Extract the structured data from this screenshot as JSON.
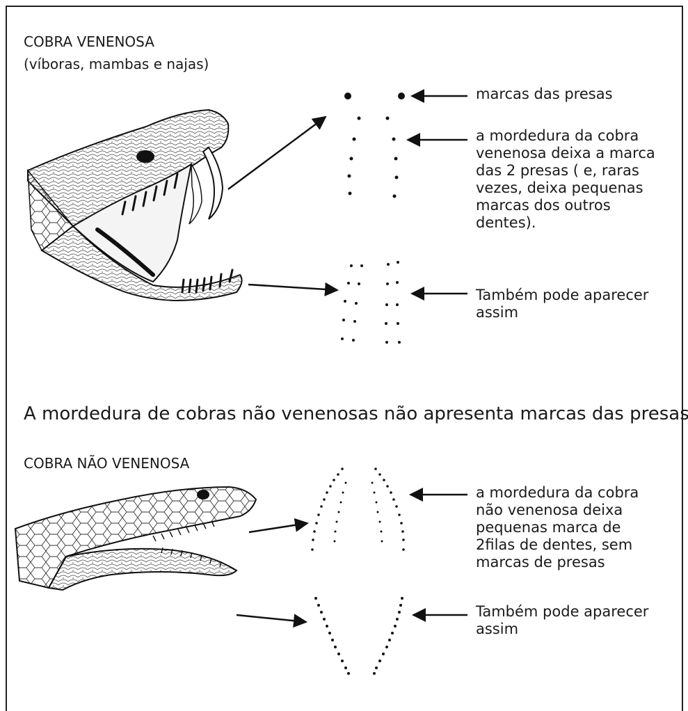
{
  "venomous": {
    "title": "COBRA VENENOSA",
    "subtitle": "(víboras, mambas e najas)",
    "label_fang_marks": "marcas das presas",
    "label_bite_lines": [
      "a mordedura da cobra",
      "venenosa deixa a marca",
      "das 2 presas ( e, raras",
      "vezes, deixa pequenas",
      "marcas dos outros",
      "dentes)."
    ],
    "label_alt_lines": [
      "Também pode aparecer",
      "assim"
    ]
  },
  "statement": "A mordedura de cobras não venenosas não apresenta marcas das presas.",
  "nonvenomous": {
    "title": "COBRA NÃO VENENOSA",
    "label_bite_lines": [
      "a mordedura da cobra",
      "não venenosa deixa",
      "pequenas marca de",
      "2filas de dentes, sem",
      "marcas de presas"
    ],
    "label_alt_lines": [
      "Também pode aparecer",
      "assim"
    ]
  },
  "colors": {
    "ink": "#1a1a1a",
    "paper": "#ffffff"
  }
}
